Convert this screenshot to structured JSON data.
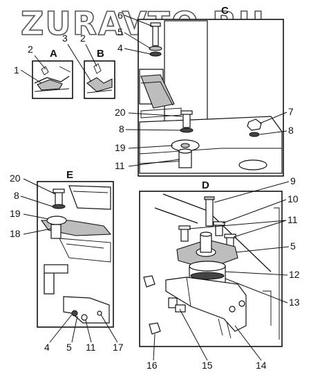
{
  "watermark": "ZURAVTO.RU",
  "panels": {
    "a": "A",
    "b": "B",
    "c": "C",
    "d": "D",
    "e": "E"
  },
  "callouts": {
    "a_1": "1",
    "a_2": "2",
    "b_3": "3",
    "b_2": "2",
    "c_6": "6",
    "c_5": "5",
    "c_4": "4",
    "c_20": "20",
    "c_8": "8",
    "c_19": "19",
    "c_11": "11",
    "c_7": "7",
    "c_8r": "8",
    "e_20": "20",
    "e_8": "8",
    "e_19": "19",
    "e_18": "18",
    "e_4": "4",
    "e_5": "5",
    "e_11": "11",
    "e_17": "17",
    "d_9": "9",
    "d_10": "10",
    "d_11": "11",
    "d_5": "5",
    "d_12": "12",
    "d_13": "13",
    "d_14": "14",
    "d_15": "15",
    "d_16": "16"
  }
}
